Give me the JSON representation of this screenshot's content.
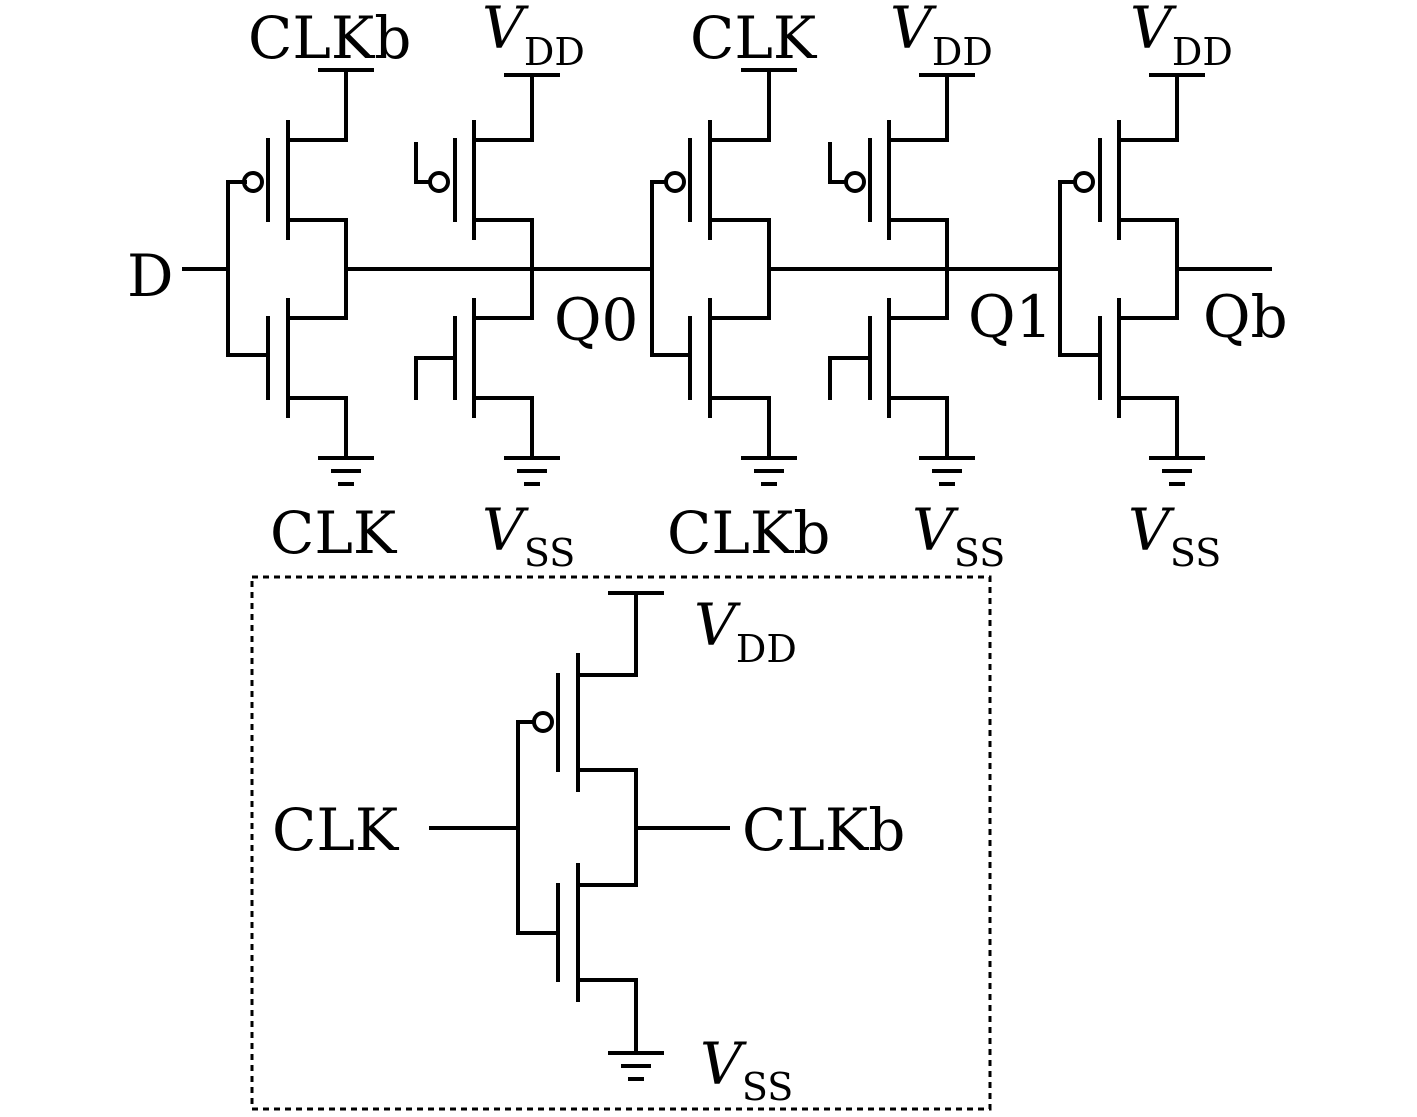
{
  "labels": {
    "d": "D",
    "q0": "Q0",
    "q1": "Q1",
    "qb": "Qb",
    "clk": "CLK",
    "clkb": "CLKb",
    "v": "V",
    "dd": "DD",
    "ss": "SS"
  },
  "colors": {
    "wire": "#000000",
    "background": "#ffffff",
    "border": "#000000"
  }
}
